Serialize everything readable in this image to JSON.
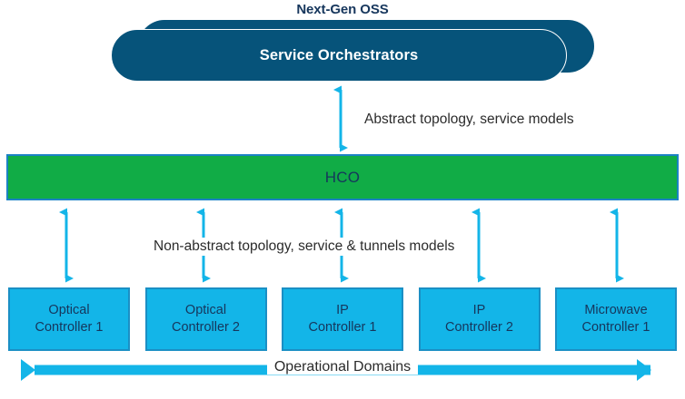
{
  "diagram": {
    "title": "Next-Gen OSS",
    "orchestrator": {
      "label": "Service Orchestrators",
      "shape": "stacked-rounded-rectangles",
      "color": "#06537A"
    },
    "hco": {
      "label": "HCO",
      "fill": "#11AC46",
      "border": "#1B82C4",
      "text_color": "#16365C"
    },
    "labels": {
      "abstract": "Abstract topology, service models",
      "non_abstract": "Non-abstract topology, service & tunnels models",
      "operational_domains": "Operational Domains"
    },
    "controllers": [
      {
        "line1": "Optical",
        "line2": "Controller 1"
      },
      {
        "line1": "Optical",
        "line2": "Controller 2"
      },
      {
        "line1": "IP",
        "line2": "Controller 1"
      },
      {
        "line1": "IP",
        "line2": "Controller 2"
      },
      {
        "line1": "Microwave",
        "line2": "Controller 1"
      }
    ],
    "colors": {
      "accent_cyan": "#13B5E8",
      "green": "#11AC46",
      "dark_navy": "#06537A",
      "title_navy": "#16365C",
      "box_border": "#1B8FC4"
    },
    "arrows": {
      "top_connector": "double-headed-vertical-arrow",
      "controller_connectors": "double-headed-vertical-arrow",
      "domain_span": "double-headed-horizontal-arrow"
    }
  }
}
